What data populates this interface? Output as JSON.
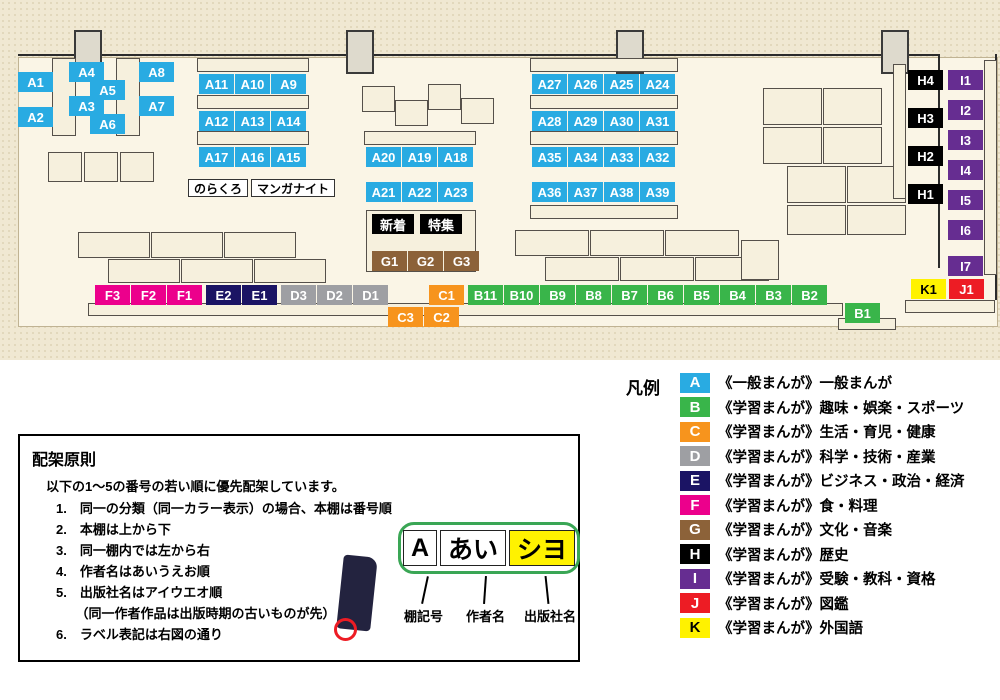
{
  "colors": {
    "a_blue": "#29abe2",
    "b_green": "#39b54a",
    "c_orange": "#f7941d",
    "d_gray": "#9e9fa3",
    "e_navy": "#1b1464",
    "f_magenta": "#ec008c",
    "g_brown": "#8c6239",
    "h_black": "#000000",
    "i_purple": "#662d91",
    "j_red": "#ed1c24",
    "k_yellow": "#fff200",
    "white": "#ffffff",
    "black": "#000000"
  },
  "map": {
    "groups": {
      "a_col_1": [
        "A1",
        "A2"
      ],
      "a_col_2": [
        "A4",
        "A3"
      ],
      "a_col_3": [
        "A5",
        "A6"
      ],
      "a_col_4": [
        "A8",
        "A7"
      ],
      "a_row_1": [
        "A11",
        "A10",
        "A9"
      ],
      "a_row_2": [
        "A12",
        "A13",
        "A14"
      ],
      "a_row_3": [
        "A17",
        "A16",
        "A15"
      ],
      "name_tags": [
        "のらくろ",
        "マンガナイト"
      ],
      "a_row_4": [
        "A20",
        "A19",
        "A18"
      ],
      "a_row_5": [
        "A21",
        "A22",
        "A23"
      ],
      "a_row_6": [
        "A27",
        "A26",
        "A25",
        "A24"
      ],
      "a_row_7": [
        "A28",
        "A29",
        "A30",
        "A31"
      ],
      "a_row_8": [
        "A35",
        "A34",
        "A33",
        "A32"
      ],
      "a_row_9": [
        "A36",
        "A37",
        "A38",
        "A39"
      ],
      "feature_tags": [
        "新着",
        "特集"
      ],
      "g_row": [
        "G1",
        "G2",
        "G3"
      ],
      "f_row": [
        "F3",
        "F2",
        "F1"
      ],
      "e_row": [
        "E2",
        "E1"
      ],
      "d_row": [
        "D3",
        "D2",
        "D1"
      ],
      "c_single": [
        "C1"
      ],
      "c_row": [
        "C3",
        "C2"
      ],
      "b_row": [
        "B11",
        "B10",
        "B9",
        "B8",
        "B7",
        "B6",
        "B5",
        "B4",
        "B3",
        "B2"
      ],
      "b_single": [
        "B1"
      ],
      "h_col": [
        "H4",
        "H3",
        "H2",
        "H1"
      ],
      "i_col": [
        "I1",
        "I2",
        "I3",
        "I4",
        "I5",
        "I6"
      ],
      "i_single": [
        "I7"
      ],
      "k_single": [
        "K1"
      ],
      "j_single": [
        "J1"
      ]
    }
  },
  "legend": {
    "title": "凡例",
    "rows": [
      {
        "letter": "A",
        "color": "#29abe2",
        "text_color": "#ffffff",
        "label": "《一般まんが》一般まんが"
      },
      {
        "letter": "B",
        "color": "#39b54a",
        "text_color": "#ffffff",
        "label": "《学習まんが》趣味・娯楽・スポーツ"
      },
      {
        "letter": "C",
        "color": "#f7941d",
        "text_color": "#ffffff",
        "label": "《学習まんが》生活・育児・健康"
      },
      {
        "letter": "D",
        "color": "#9e9fa3",
        "text_color": "#ffffff",
        "label": "《学習まんが》科学・技術・産業"
      },
      {
        "letter": "E",
        "color": "#1b1464",
        "text_color": "#ffffff",
        "label": "《学習まんが》ビジネス・政治・経済"
      },
      {
        "letter": "F",
        "color": "#ec008c",
        "text_color": "#ffffff",
        "label": "《学習まんが》食・料理"
      },
      {
        "letter": "G",
        "color": "#8c6239",
        "text_color": "#ffffff",
        "label": "《学習まんが》文化・音楽"
      },
      {
        "letter": "H",
        "color": "#000000",
        "text_color": "#ffffff",
        "label": "《学習まんが》歴史"
      },
      {
        "letter": "I",
        "color": "#662d91",
        "text_color": "#ffffff",
        "label": "《学習まんが》受験・教科・資格"
      },
      {
        "letter": "J",
        "color": "#ed1c24",
        "text_color": "#ffffff",
        "label": "《学習まんが》図鑑"
      },
      {
        "letter": "K",
        "color": "#fff200",
        "text_color": "#000000",
        "label": "《学習まんが》外国語"
      }
    ]
  },
  "rules": {
    "title": "配架原則",
    "intro": "以下の1〜5の番号の若い順に優先配架しています。",
    "items": [
      "1.　同一の分類（同一カラー表示）の場合、本棚は番号順",
      "2.　本棚は上から下",
      "3.　同一棚内では左から右",
      "4.　作者名はあいうえお順",
      "5.　出版社名はアイウエオ順",
      "　　（同一作者作品は出版時期の古いものが先）",
      "6.　ラベル表記は右図の通り"
    ],
    "label_sample": {
      "shelf_code": "A",
      "author": "あい",
      "publisher": "シヨ",
      "captions": [
        "棚記号",
        "作者名",
        "出版社名"
      ]
    }
  }
}
